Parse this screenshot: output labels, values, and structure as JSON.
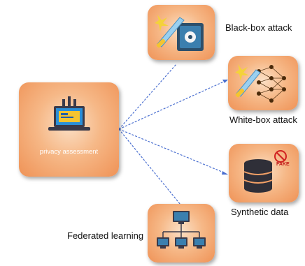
{
  "center": {
    "label": "privacy assessment",
    "icon": "laptop-icon"
  },
  "targets": [
    {
      "label": "Black-box attack",
      "icon": "sword-safe-icon"
    },
    {
      "label": "White-box attack",
      "icon": "sword-neural-network-icon"
    },
    {
      "label": "Synthetic data",
      "icon": "database-fake-icon",
      "badge": "FAKE"
    },
    {
      "label": "Federated learning",
      "icon": "network-computers-icon"
    }
  ],
  "colors": {
    "card": "#f2a066",
    "connector": "#4a6fd0"
  }
}
